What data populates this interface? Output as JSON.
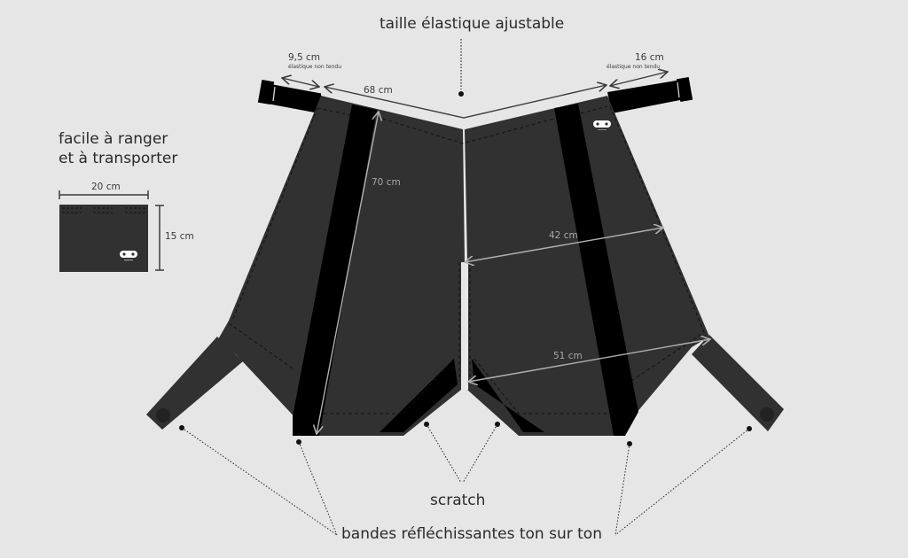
{
  "title": "taille élastique ajustable",
  "side_caption": {
    "line1": "facile à ranger",
    "line2": "et à transporter"
  },
  "folded": {
    "width_label": "20 cm",
    "height_label": "15 cm"
  },
  "measurements": {
    "left_elastic": "9,5 cm",
    "left_elastic_note": "élastique non tendu",
    "right_elastic": "16 cm",
    "right_elastic_note": "élastique non tendu",
    "waist": "68 cm",
    "length": "70 cm",
    "hip": "42 cm",
    "hem": "51 cm"
  },
  "callouts": {
    "scratch": "scratch",
    "reflective": "bandes réfléchissantes ton sur ton"
  },
  "colors": {
    "background": "#e6e6e7",
    "fabric": "#313131",
    "band": "#000000",
    "measure_light": "#b0b0b0",
    "text": "#2a2a2a"
  }
}
